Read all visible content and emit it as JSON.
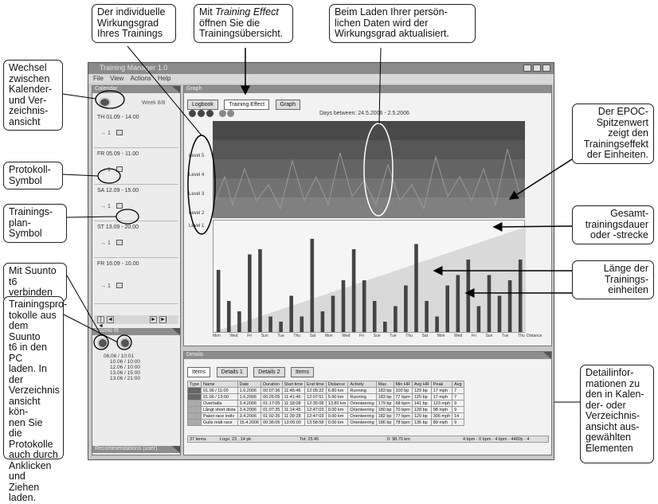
{
  "app": {
    "title": "Training Manager 1.0",
    "menu": [
      "File",
      "View",
      "Actions",
      "Help"
    ],
    "left_pane": {
      "header": "Calendar",
      "week": "Week 8/8",
      "entries": [
        {
          "date": "TH 01.09 - 14.00",
          "protocol": "→ 1"
        },
        {
          "date": "FR 05.09 - 11.00",
          "protocol": "→ 1"
        },
        {
          "date": "SA 12.09 - 15.00",
          "protocol": "→ 1"
        },
        {
          "date": "ST 13.09 - 20.00",
          "protocol": "→ 1"
        },
        {
          "date": "FR 16.09 - 10.00",
          "protocol": "→ 1"
        }
      ],
      "nav": [
        "|◄",
        "◄",
        "►",
        "►|"
      ],
      "folder_header": "Suunto t6",
      "folder_tree": [
        "06.06 / 10:01",
        "10.06 / 10:00",
        "12.06 / 10:00",
        "13.06 / 15:00",
        "13.06 / 21:00"
      ],
      "footer": "Recommendations (user)"
    },
    "main_pane": {
      "header": "Graph",
      "tabs": [
        "Logbook",
        "Training Effect",
        "Graph"
      ],
      "range": "Days between: 24.5.2006 - 2.5.2006",
      "levels": [
        "Level 5",
        "Level 4",
        "Level 3",
        "Level 2",
        "Level 1"
      ],
      "axis_days": [
        "Mon",
        "Wed",
        "Fri",
        "Sun",
        "Tue",
        "Thu",
        "Sat",
        "Mon",
        "Wed",
        "Fri",
        "Sun",
        "Tue",
        "Thu",
        "Sat",
        "Mon",
        "Wed",
        "Fri",
        "Sun",
        "Tue",
        "Thu"
      ],
      "axis_right": "Distance"
    },
    "details_pane": {
      "header": "Details",
      "tabs": [
        "Items",
        "Details 1",
        "Details 2",
        "Items"
      ],
      "columns": [
        "Type",
        "Name",
        "Date",
        "Duration",
        "Start time",
        "End time",
        "Distance",
        "Activity",
        "Max",
        "Min HR",
        "Avg HR",
        "Peak",
        "Avg"
      ],
      "rows": [
        [
          "",
          "01.06 / 11:00",
          "1.6.2006",
          "00:07:36",
          "11:45:46",
          "12:05:22",
          "6.80 km",
          "Running",
          "183 bp",
          "100 bp",
          "129 bp",
          "17 mph",
          "7"
        ],
        [
          "",
          "01.06 / 13:00",
          "1.6.2006",
          "00:26:05",
          "11:41:46",
          "12:07:51",
          "5.90 km",
          "Running",
          "183 bp",
          "77 bpm",
          "125 bp",
          "17 mph",
          "7"
        ],
        [
          "",
          "Overhalla",
          "3.4.2006",
          "01:17:05",
          "11:18:08",
          "12:35:08",
          "13.80 km",
          "Orienteering",
          "179 bp",
          "68 bpm",
          "141 bp",
          "123 mph",
          "9"
        ],
        [
          "",
          "Långt short dista",
          "3.4.2006",
          "01:07:35",
          "11:14:45",
          "12:47:03",
          "0.00 km",
          "Orienteering",
          "180 bp",
          "70 bpm",
          "128 bp",
          "98 mph",
          "9"
        ],
        [
          "",
          "Paket race indiv",
          "3.4.2006",
          "01:02:35",
          "11:39:28",
          "12:47:03",
          "0.00 km",
          "Orienteering",
          "182 bp",
          "77 bpm",
          "129 bp",
          "306 mph",
          "14"
        ],
        [
          "",
          "Gulls midt race",
          "15.4.2006",
          "00:36:05",
          "13:06:00",
          "13:58:58",
          "0.00 km",
          "Orienteering",
          "186 bp",
          "78 bpm",
          "135 bp",
          "89 mph",
          "9"
        ]
      ],
      "totals": {
        "items": "37 items",
        "logs": "Logs: 23 , 14 pk",
        "time": "Tot: 25:45",
        "dist": "0: 98.75 km",
        "avg": "4 bpm · 0 bpm · 4 bpm · 4480y · 4"
      }
    }
  },
  "chart_data": {
    "type": "bar",
    "series": [
      {
        "values": [
          0.6,
          0.3,
          0.2,
          0.75,
          0.8,
          0.15,
          0.1,
          0.35,
          0.15,
          0.9,
          0.2,
          0.35,
          0.5,
          0.8,
          0.5,
          0.3,
          0.1,
          0.25,
          0.45,
          0.85,
          0.3,
          0.15,
          0.45,
          0.55,
          0.7,
          0.25,
          0.55,
          0.35,
          0.5,
          0.7
        ]
      }
    ]
  },
  "callouts": {
    "wirkungsgrad": [
      "Der individuelle",
      "Wirkungsgrad",
      "Ihres Trainings"
    ],
    "training_effect": [
      "Mit ",
      "Training Effect",
      "öffnen Sie die",
      "Trainingsübersicht."
    ],
    "laden": [
      "Beim Laden Ihrer persön-",
      "lichen Daten wird der",
      "Wirkungsgrad aktualisiert."
    ],
    "wechsel": [
      "Wechsel",
      "zwischen",
      "Kalender-",
      "und Ver-",
      "zeichnis-",
      "ansicht"
    ],
    "protokoll": [
      "Protokoll-",
      "Symbol"
    ],
    "trainingsplan": [
      "Trainings-",
      "plan-Symbol"
    ],
    "suunto_verbinden": [
      "Mit Suunto",
      "t6 verbinden"
    ],
    "trainingsprotokolle": [
      "Trainingspro-",
      "tokolle aus",
      "dem Suunto",
      "t6 in den PC",
      "laden. In der",
      "Verzeichnis",
      "ansicht kön-",
      "nen Sie die",
      "Protokolle",
      "auch durch",
      "Anklicken",
      "und Ziehen",
      "laden."
    ],
    "epoc": [
      "Der EPOC-",
      "Spitzenwert",
      "zeigt den",
      "Trainingseffekt",
      "der Einheiten."
    ],
    "gesamt": [
      "Gesamt-",
      "trainingsdauer",
      "oder -strecke"
    ],
    "laenge": [
      "Länge der",
      "Trainings-",
      "einheiten"
    ],
    "detail": [
      "Detailinfor-",
      "mationen zu",
      "den in Kalen-",
      "der- oder",
      "Verzeichnis-",
      "ansicht aus-",
      "gewählten",
      "Elementen"
    ]
  }
}
